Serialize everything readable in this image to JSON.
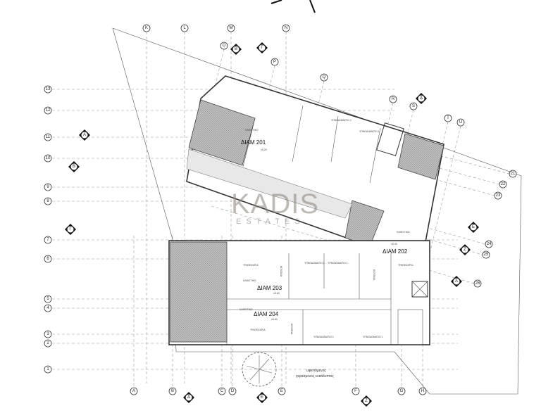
{
  "grid": {
    "top": [
      "K",
      "L",
      "M",
      "N"
    ],
    "bottom": [
      "A",
      "B",
      "C",
      "D",
      "E",
      "F",
      "G",
      "H"
    ],
    "left": [
      "13",
      "12",
      "11",
      "10",
      "9",
      "8",
      "7",
      "6",
      "5",
      "4",
      "3",
      "2",
      "1"
    ],
    "right": [
      "21",
      "22",
      "23",
      "24",
      "25",
      "26"
    ],
    "rotated": [
      "O",
      "P",
      "Q",
      "R",
      "S",
      "T",
      "U"
    ]
  },
  "section_markers": [
    "A",
    "B",
    "Γ",
    "Δ",
    "Ε",
    "Ζ"
  ],
  "apartments": [
    {
      "name": "ΔΙΑΜ 201",
      "level": "±5.20"
    },
    {
      "name": "ΔΙΑΜ 202",
      "level": "±5.40"
    },
    {
      "name": "ΔΙΑΜ 203",
      "level": "±5.60"
    },
    {
      "name": "ΔΙΑΜ 204",
      "level": "±5.60"
    }
  ],
  "rooms": {
    "bedroom1": "ΥΠΝΟΔΩΜΑΤΙΟ 1",
    "bedroom2": "ΥΠΝΟΔΩΜΑΤΙΟ 2",
    "living": "ΚΑΘΙΣΤΙΚΟ",
    "dining": "ΤΡΑΠΕΖΑΡΙΑ",
    "kitchen": "ΚΟΥΖΙΝΑ"
  },
  "tree_note": {
    "line1": "υφιστάμενος",
    "line2": "γερασμένος ευκάλυπτος"
  },
  "watermark": {
    "brand": "KADIS",
    "sub": "ESTATES"
  },
  "colors": {
    "hatch": "#9e9e9e",
    "wall": "#333333",
    "watermark": "#8c8278"
  }
}
